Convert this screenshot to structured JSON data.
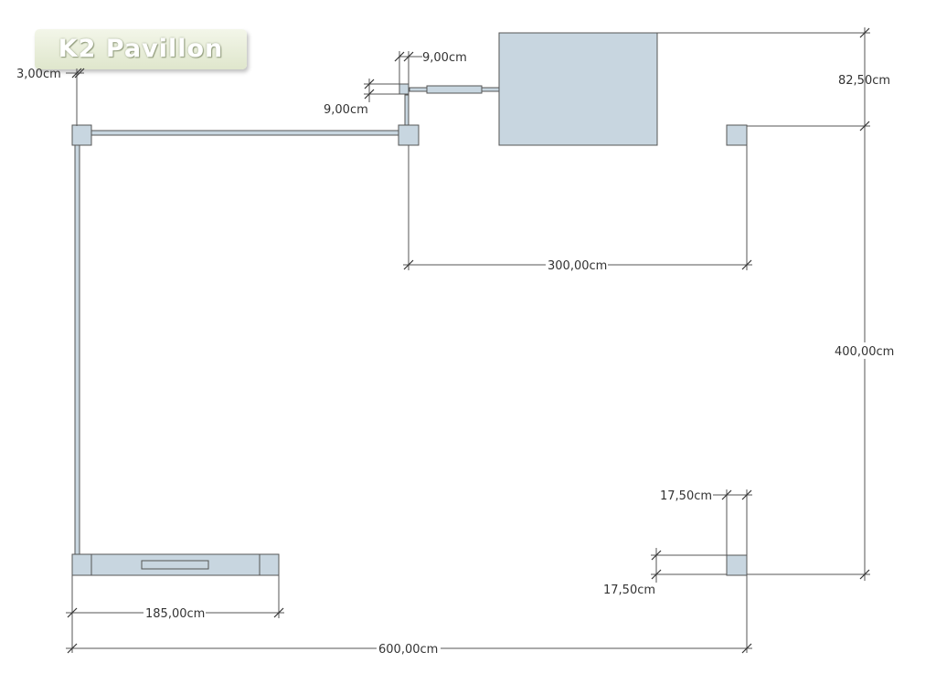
{
  "logo": {
    "text": "K2 Pavillon"
  },
  "dimensions": {
    "d_3": "3,00cm",
    "d_9_h": "9,00cm",
    "d_9_v": "9,00cm",
    "d_82_5": "82,50cm",
    "d_300": "300,00cm",
    "d_400": "400,00cm",
    "d_17_5_top": "17,50cm",
    "d_17_5_bottom": "17,50cm",
    "d_185": "185,00cm",
    "d_600": "600,00cm"
  },
  "colors": {
    "element_fill": "#c8d6e0",
    "line": "#555555",
    "text": "#333333"
  }
}
